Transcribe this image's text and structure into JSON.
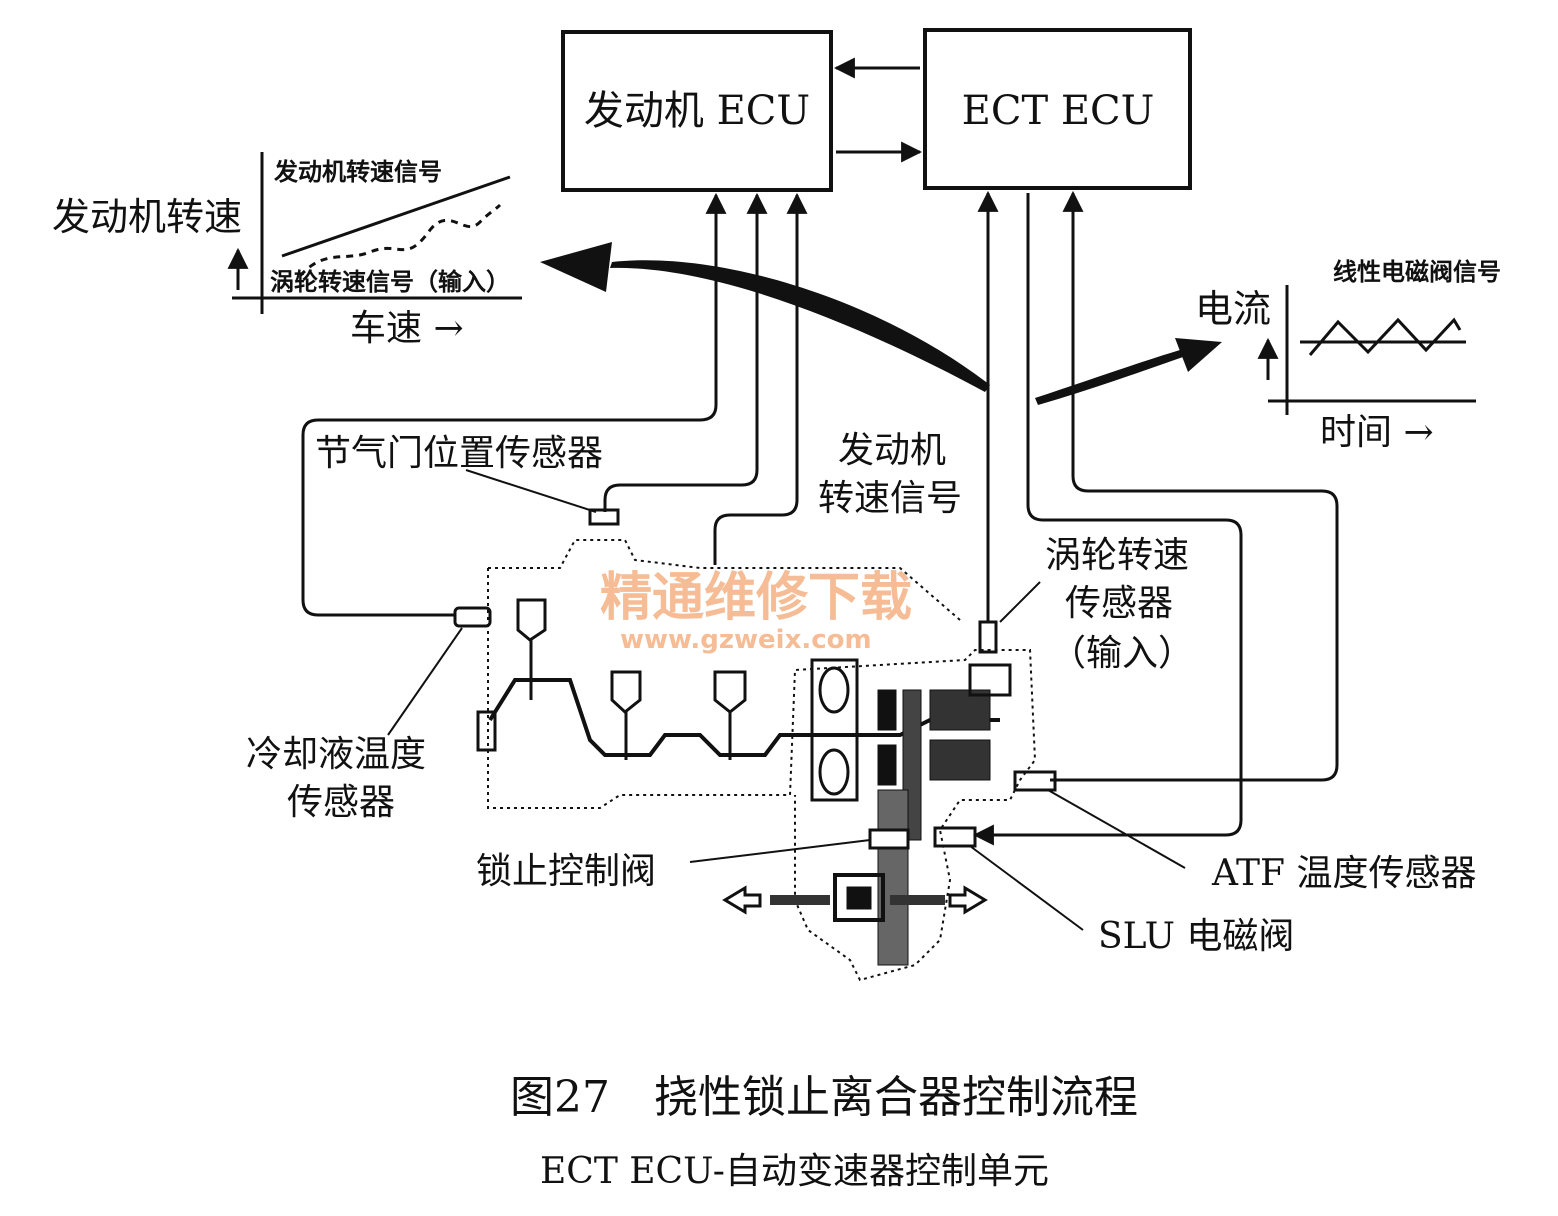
{
  "boxes": {
    "engine_ecu": "发动机 ECU",
    "ect_ecu": "ECT ECU"
  },
  "left_graph": {
    "y_label": "发动机转速",
    "line_top": "发动机转速信号",
    "line_bottom": "涡轮转速信号（输入）",
    "x_label": "车速 →"
  },
  "right_graph": {
    "title": "线性电磁阀信号",
    "y_label": "电流",
    "x_label": "时间 →"
  },
  "labels": {
    "throttle": "节气门位置传感器",
    "engine_speed_1": "发动机",
    "engine_speed_2": "转速信号",
    "turbine_1": "涡轮转速",
    "turbine_2": "传感器",
    "turbine_3": "（输入）",
    "coolant_1": "冷却液温度",
    "coolant_2": "传感器",
    "lockup_valve": "锁止控制阀",
    "atf_sensor": "ATF 温度传感器",
    "slu_valve": "SLU 电磁阀"
  },
  "watermark": {
    "text": "精通维修下载",
    "url": "www.gzweix.com"
  },
  "caption": {
    "title": "图27　挠性锁止离合器控制流程",
    "subtitle": "ECT ECU-自动变速器控制单元"
  }
}
